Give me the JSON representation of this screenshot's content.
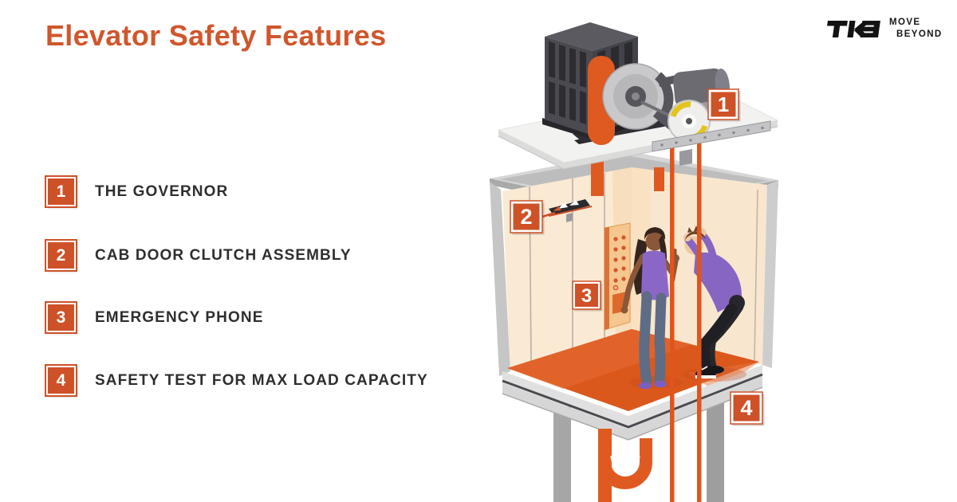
{
  "title": "Elevator Safety Features",
  "logo": {
    "brand": "TKE",
    "tagline_line1": "MOVE",
    "tagline_line2": "BEYOND"
  },
  "legend": {
    "items": [
      {
        "number": "1",
        "label": "THE GOVERNOR"
      },
      {
        "number": "2",
        "label": "CAB DOOR CLUTCH ASSEMBLY"
      },
      {
        "number": "3",
        "label": "EMERGENCY PHONE"
      },
      {
        "number": "4",
        "label": "SAFETY TEST FOR MAX LOAD CAPACITY"
      }
    ]
  },
  "diagram": {
    "markers": [
      {
        "number": "1"
      },
      {
        "number": "2"
      },
      {
        "number": "3"
      },
      {
        "number": "4"
      }
    ]
  },
  "colors": {
    "title_orange": "#D0562C",
    "badge_orange": "#CE5128",
    "rope_orange": "#E0551C",
    "floor_orange": "#DB581D",
    "cab_wall_cream": "#FAE9D3",
    "roof_gray": "#BEBEBE",
    "machine_dark": "#48484E",
    "people_purple": "#8A67C6",
    "logo_black": "#121212"
  }
}
